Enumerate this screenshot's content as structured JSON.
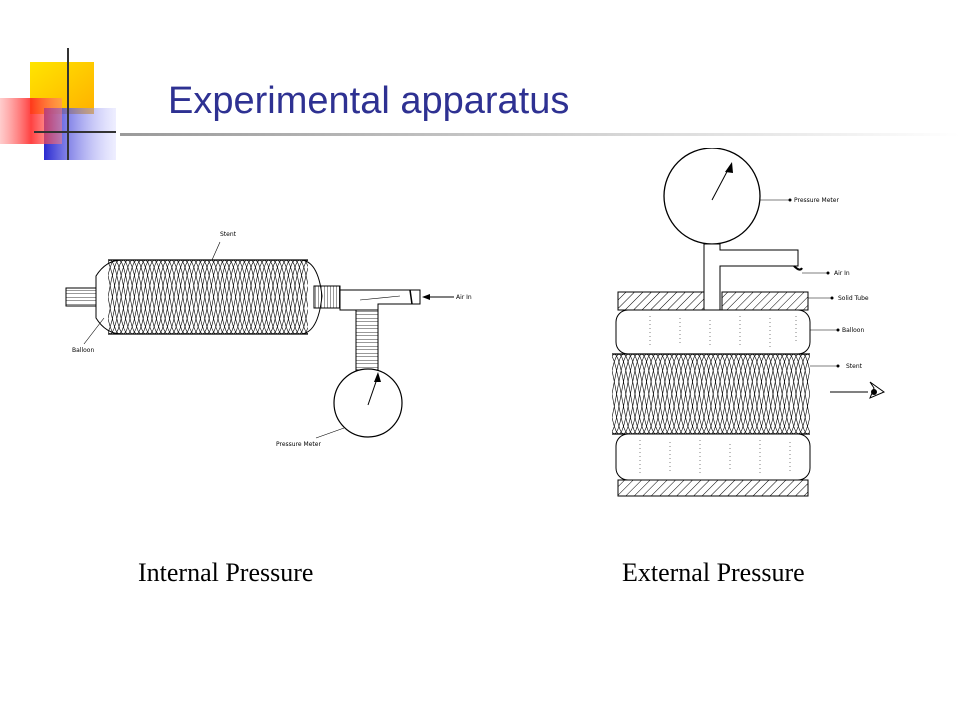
{
  "slide": {
    "title": "Experimental apparatus",
    "accent_color": "#2e3192",
    "bullet_colors": [
      "#ffd200",
      "#ff2d2d",
      "#3333cc"
    ]
  },
  "internal_diagram": {
    "labels": {
      "stent": "Stent",
      "air_in": "Air In",
      "balloon": "Balloon",
      "pressure_meter": "Pressure Meter"
    },
    "caption": "Internal Pressure"
  },
  "external_diagram": {
    "labels": {
      "pressure_meter": "Pressure Meter",
      "air_in": "Air In",
      "solid_tube": "Solid Tube",
      "balloon": "Balloon",
      "stent": "Stent"
    },
    "caption": "External Pressure"
  }
}
